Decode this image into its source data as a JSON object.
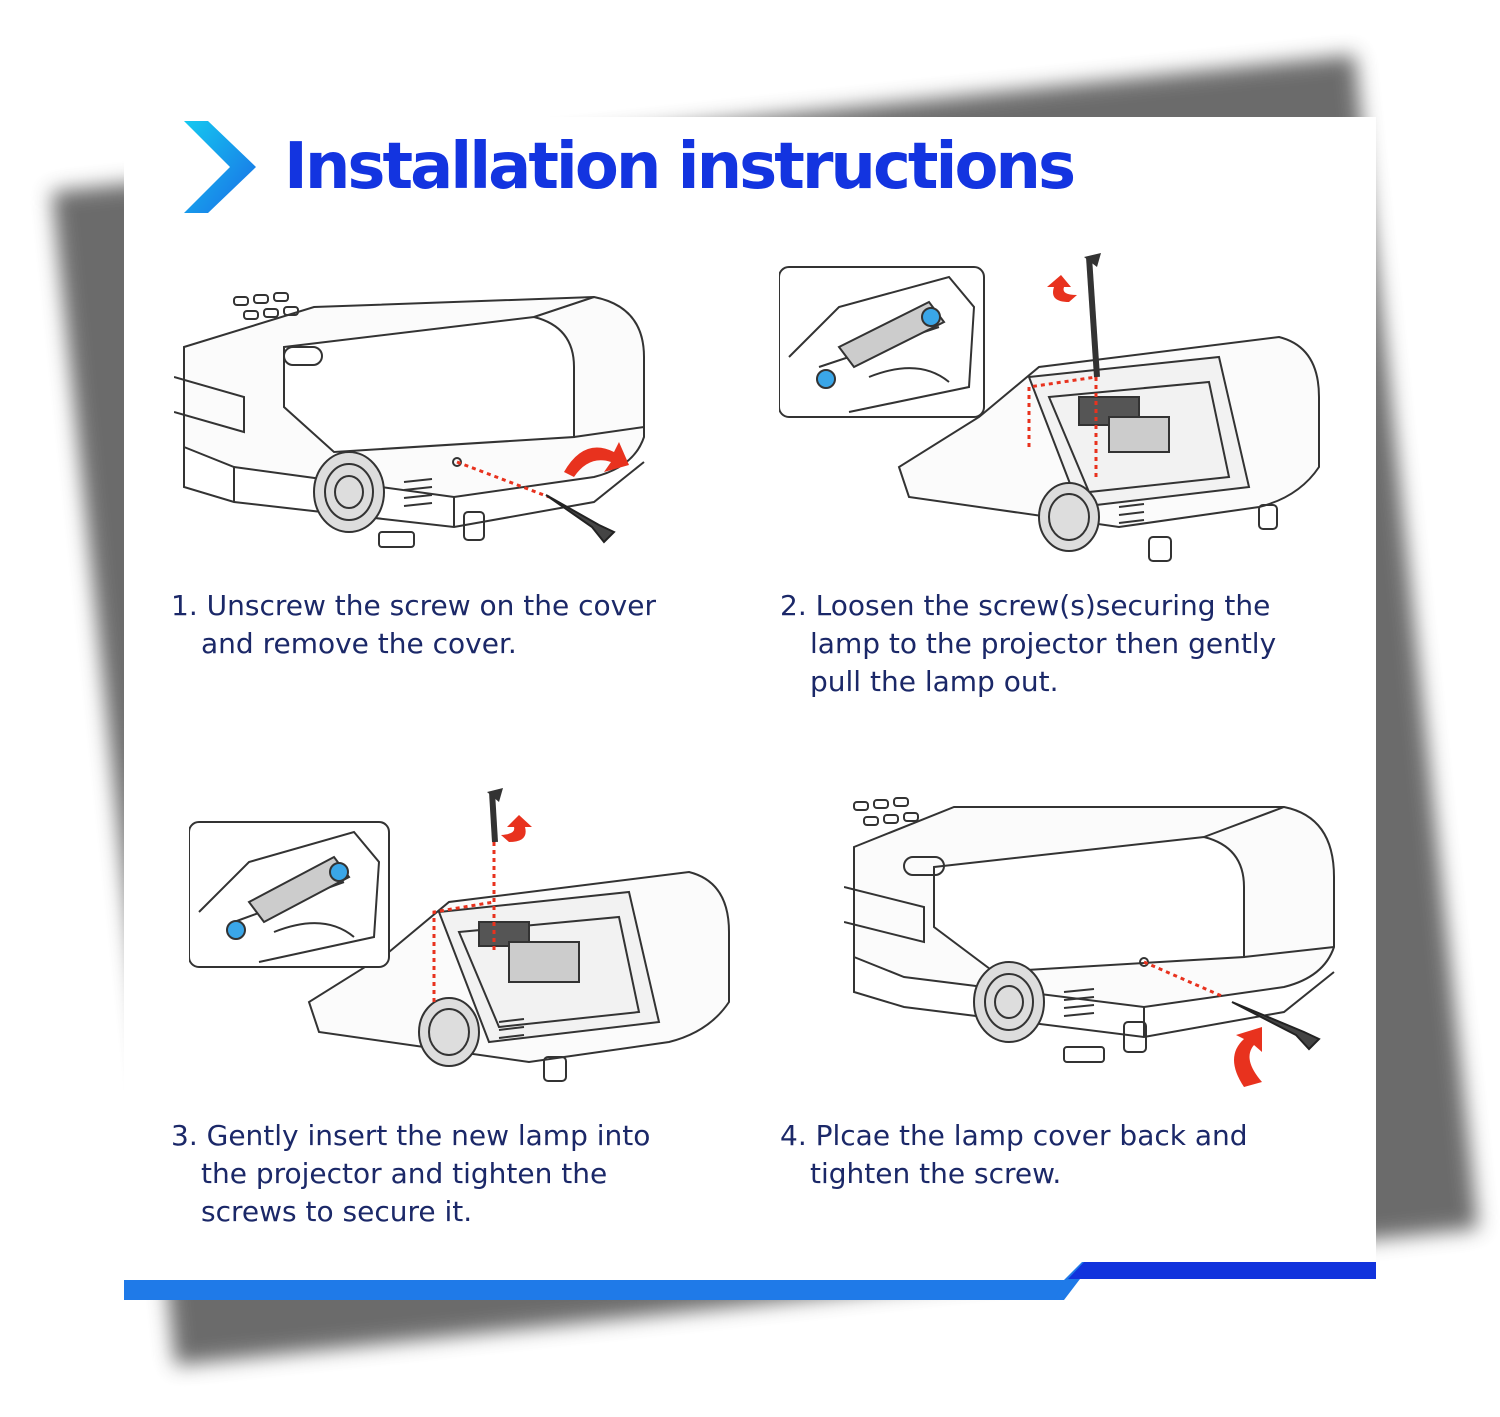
{
  "header": {
    "title": "Installation instructions"
  },
  "steps": [
    {
      "lines": [
        "1. Unscrew the screw on the cover",
        "and remove the cover."
      ]
    },
    {
      "lines": [
        "2. Loosen the screw(s)securing the",
        "lamp to the projector then gently",
        "pull the lamp out."
      ]
    },
    {
      "lines": [
        "3. Gently insert the new lamp into",
        "the projector and tighten the",
        "screws to secure it."
      ]
    },
    {
      "lines": [
        "4. Plcae the lamp cover back and",
        "tighten the screw."
      ]
    }
  ],
  "icons": {
    "title_marker": "chevron-right-icon"
  },
  "colors": {
    "title": "#1334e0",
    "caption": "#1b2868",
    "accent_left": "#1f7ae8",
    "accent_right": "#1133dd",
    "arrow": "#e8321e",
    "lamp_screw": "#3aa6e8"
  }
}
